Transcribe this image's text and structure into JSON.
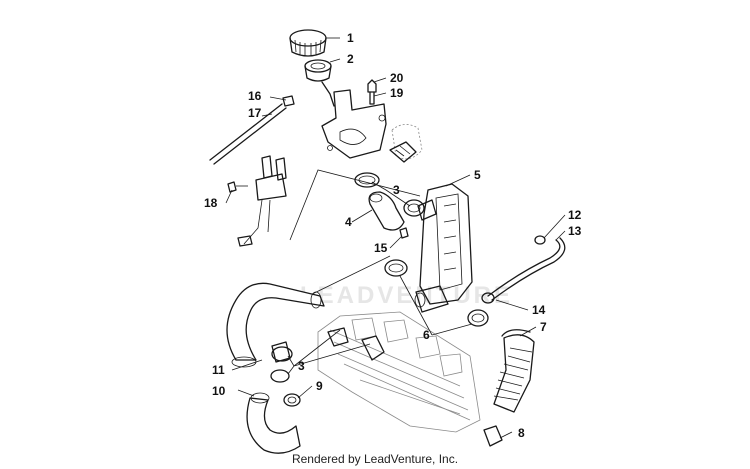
{
  "diagram": {
    "watermark": "LEADVENTURE",
    "callouts": [
      "1",
      "2",
      "3",
      "4",
      "5",
      "6",
      "7",
      "8",
      "9",
      "10",
      "11",
      "12",
      "13",
      "14",
      "15",
      "16",
      "17",
      "18",
      "19",
      "20",
      "3"
    ]
  },
  "footer": {
    "credit": "Rendered by LeadVenture, Inc."
  }
}
